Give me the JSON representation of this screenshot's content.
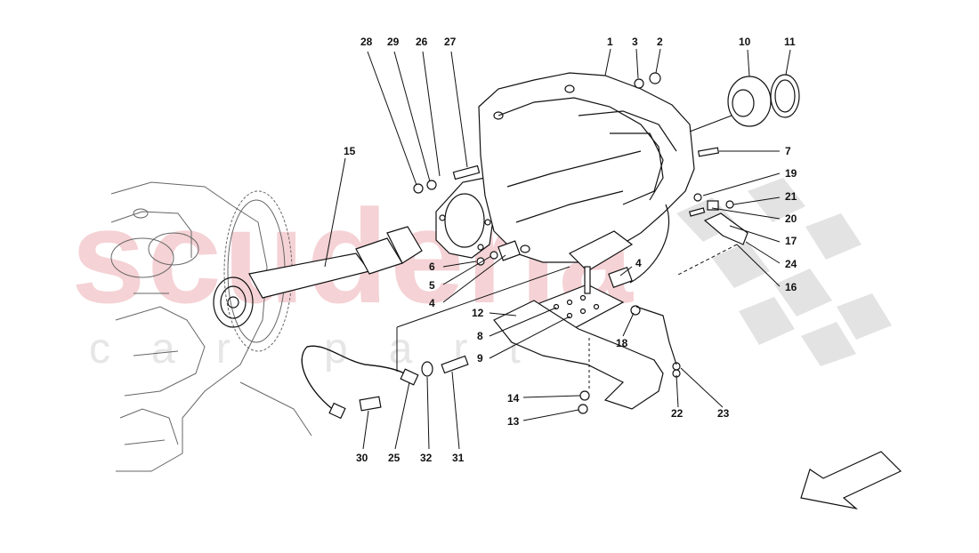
{
  "watermark": {
    "brand": "scuderia",
    "subline": "car parts"
  },
  "colors": {
    "watermark": "#f2c4c8",
    "linework": "#111111",
    "checker": "#e3e3e3"
  },
  "callouts": [
    "1",
    "2",
    "3",
    "4",
    "4",
    "5",
    "6",
    "7",
    "8",
    "9",
    "10",
    "11",
    "12",
    "13",
    "14",
    "15",
    "16",
    "17",
    "18",
    "19",
    "20",
    "21",
    "22",
    "23",
    "24",
    "25",
    "26",
    "27",
    "28",
    "29",
    "30",
    "31",
    "32"
  ],
  "icons": {
    "direction": "direction-arrow-icon"
  }
}
